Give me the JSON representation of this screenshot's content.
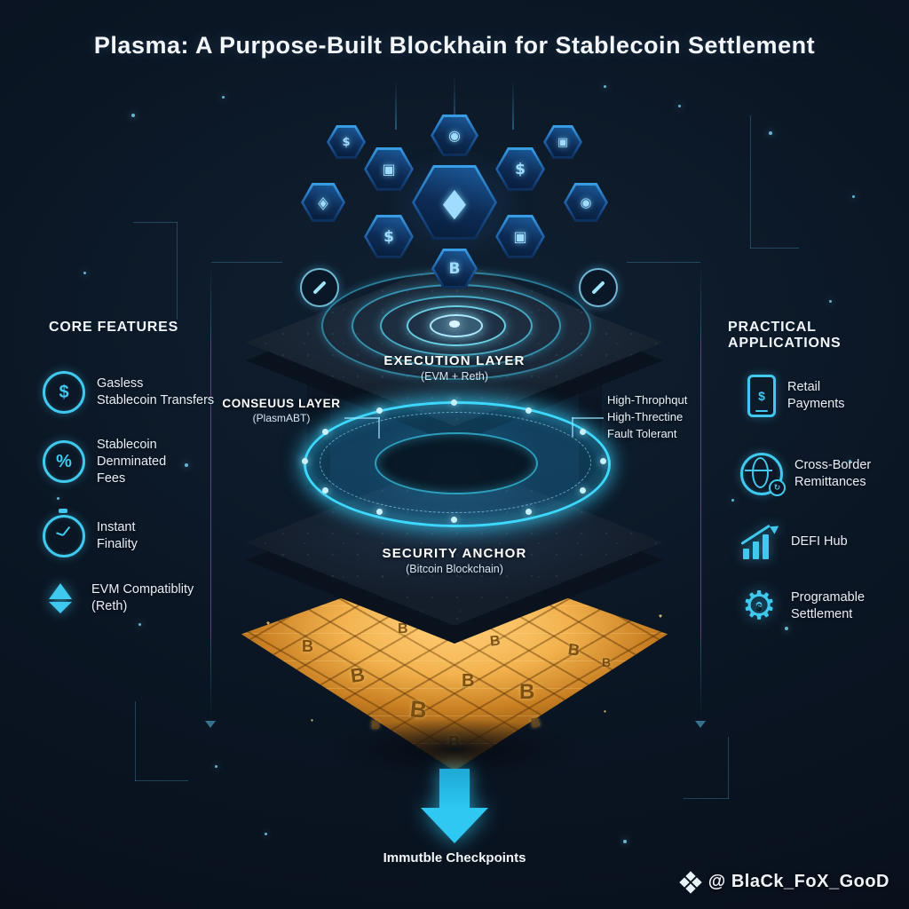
{
  "title": "Plasma: A Purpose-Built Blockhain for Stablecoin Settlement",
  "core_features": {
    "heading": "CORE FEATURES",
    "items": [
      {
        "icon": "dollar-circle-icon",
        "glyph": "$",
        "text": "Gasless\nStablecoin Transfers"
      },
      {
        "icon": "percent-coin-icon",
        "glyph": "%",
        "text": "Stablecoin\nDenminated\nFees"
      },
      {
        "icon": "stopwatch-icon",
        "glyph": "",
        "text": "Instant\nFinality"
      },
      {
        "icon": "ethereum-icon",
        "glyph": "",
        "text": "EVM Compatiblity\n(Reth)"
      }
    ]
  },
  "applications": {
    "heading": "PRACTICAL APPLICATIONS",
    "items": [
      {
        "icon": "mobile-payment-icon",
        "glyph": "$",
        "text": "Retail\nPayments"
      },
      {
        "icon": "globe-icon",
        "glyph": "↻",
        "text": "Cross-Border\nRemittances"
      },
      {
        "icon": "chart-growth-icon",
        "glyph": "",
        "text": "DEFI Hub"
      },
      {
        "icon": "gear-settlement-icon",
        "glyph": "⚙",
        "inner": "$",
        "text": "Programable\nSettlement"
      }
    ]
  },
  "diagram": {
    "execution": {
      "title": "EXECUTION LAYER",
      "subtitle": "(EVM + Reth)"
    },
    "consensus": {
      "title": "CONSEUUS LAYER",
      "subtitle": "(PlasmABT)",
      "callout": "High-Throphqut\nHigh-Threctine\nFault Tolerant"
    },
    "security": {
      "title": "SECURITY ANCHOR",
      "subtitle": "(Bitcoin Blockchain)"
    },
    "footer_label": "Immutble Checkpoints"
  },
  "glyphs": {
    "hex_eth": "◆",
    "hex_eth_alt": "◈",
    "hex_node": "◉",
    "hex_shield": "▣",
    "hex_coin": "$",
    "hex_btc": "B",
    "gold_btc": "B"
  },
  "watermark": {
    "text": "@ BlaCk_FoX_GooD"
  },
  "colors": {
    "accent": "#3fc9ef",
    "gold": "#f2b34c",
    "background": "#0a1420"
  }
}
